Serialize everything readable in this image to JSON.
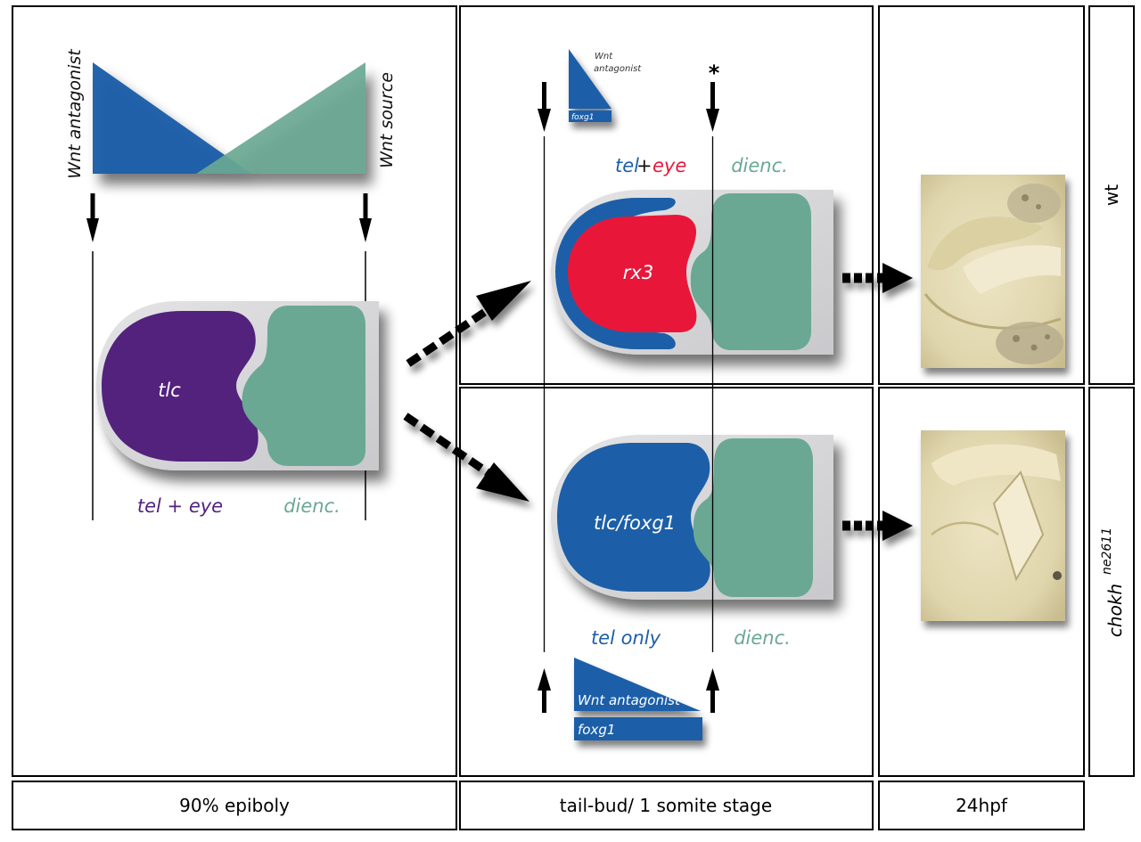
{
  "colors": {
    "blue": "#1c5fa8",
    "green": "#6aa893",
    "purple": "#52227d",
    "red": "#e8173a",
    "grey": "#d7d7d9",
    "embryo": "#e6ddb8"
  },
  "panel1": {
    "wnt_antagonist_label": "Wnt antagonist",
    "wnt_source_label": "Wnt source",
    "domain_label": "tlc",
    "tel_eye_label": "tel + eye",
    "dienc_label": "dienc."
  },
  "panel2_wt": {
    "legend_wnt_antagonist_line1": "Wnt",
    "legend_wnt_antagonist_line2": "antagonist",
    "legend_foxg1": "foxg1",
    "asterisk": "*",
    "tel_label": "tel",
    "plus_label": "+",
    "eye_label": "eye",
    "dienc_label": "dienc.",
    "rx3_label": "rx3"
  },
  "panel2_mutant": {
    "domain_label": "tlc/foxg1",
    "tel_only_label": "tel only",
    "dienc_label": "dienc.",
    "legend_wnt_antagonist": "Wnt antagonist",
    "legend_foxg1": "foxg1"
  },
  "genotypes": {
    "wt": "wt",
    "mutant_name": "chokh",
    "mutant_allele": "ne2611"
  },
  "stages": {
    "stage1": "90% epiboly",
    "stage2": "tail-bud/ 1 somite stage",
    "stage3": "24hpf"
  }
}
